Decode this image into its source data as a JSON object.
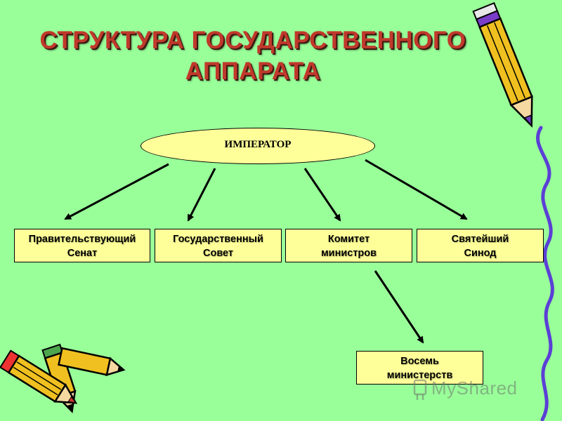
{
  "title": {
    "line1": "СТРУКТУРА ГОСУДАРСТВЕННОГО",
    "line2": "АППАРАТА"
  },
  "root": {
    "label": "ИМПЕРАТОР"
  },
  "branches": [
    {
      "line1": "Правительствующий",
      "line2": "Сенат"
    },
    {
      "line1": "Государственный",
      "line2": "Совет"
    },
    {
      "line1": "Комитет",
      "line2": "министров"
    },
    {
      "line1": "Святейший",
      "line2": "Синод"
    }
  ],
  "sub": {
    "line1": "Восемь",
    "line2": "министерств"
  },
  "watermark": {
    "text": "MyShared"
  },
  "colors": {
    "background": "#99ff99",
    "box_fill": "#ffff99",
    "title": "#c0392b",
    "wavy_line": "#5b3fd6",
    "pencil_body": "#f0c020"
  },
  "icons": [
    "pencil-icon",
    "pencils-icon",
    "wavy-line-decoration",
    "myshared-logo-icon"
  ]
}
